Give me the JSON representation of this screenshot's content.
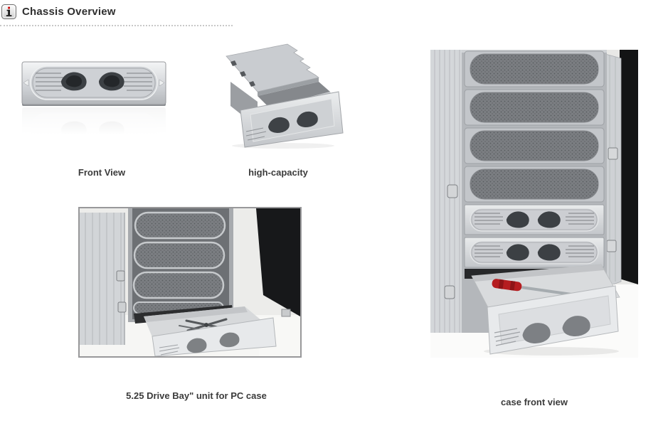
{
  "page": {
    "background_color": "#ffffff"
  },
  "header": {
    "title": "Chassis Overview",
    "icon_name": "info-icon",
    "icon_dot_color": "#cc0000"
  },
  "figures": [
    {
      "name": "front-view",
      "caption": "Front View"
    },
    {
      "name": "high-capacity",
      "caption": "high-capacity"
    },
    {
      "name": "drive-bay-unit",
      "caption": "5.25 Drive Bay\" unit for PC case"
    },
    {
      "name": "case-front-view",
      "caption": "case front view"
    }
  ],
  "colors": {
    "caption_text": "#3b3b3b",
    "divider_dots": "#c8c8c8",
    "chassis_silver": "#c9ccd0",
    "vent_dark": "#3c4044",
    "mesh_gray": "#7b7e82",
    "photo_frame_border": "#98989a",
    "screwdriver_red": "#b51d20"
  }
}
